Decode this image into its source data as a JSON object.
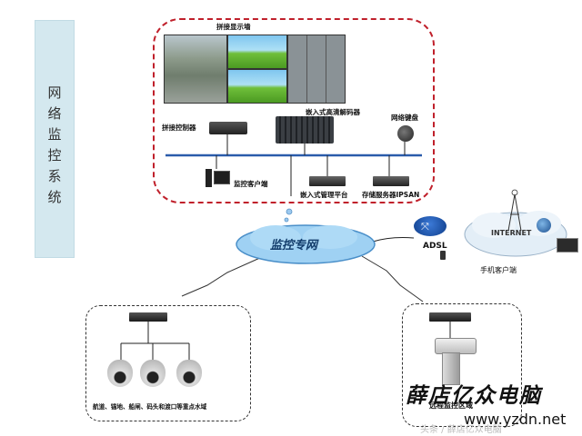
{
  "sidebar": {
    "title_chars": [
      "网",
      "络",
      "监",
      "控",
      "系",
      "统"
    ]
  },
  "top_panel": {
    "splice_wall": "拼接显示墙",
    "splice_controller": "拼接控制器",
    "hd_decoder": "嵌入式高清解码器",
    "network_keyboard": "网络键盘",
    "monitor_client": "监控客户端",
    "mgmt_platform": "嵌入式管理平台",
    "storage_server": "存储服务器IPSAN"
  },
  "center": {
    "network_label": "监控专网"
  },
  "right": {
    "adsl": "ADSL",
    "internet": "INTERNET",
    "mobile_client": "手机客户端"
  },
  "bottom_left": {
    "caption": "航道、锚地、船闸、码头和渡口等重点水域"
  },
  "bottom_right": {
    "caption": "远程监控区域"
  },
  "watermark": {
    "brand": "薛店亿众电脑",
    "url": "www.yzdn.net",
    "faint": "头条 / 薛店亿众电脑"
  },
  "colors": {
    "panel_border": "#c0202b",
    "bus_line": "#2a5cab",
    "sidebar_bg": "#d4e8ef"
  }
}
